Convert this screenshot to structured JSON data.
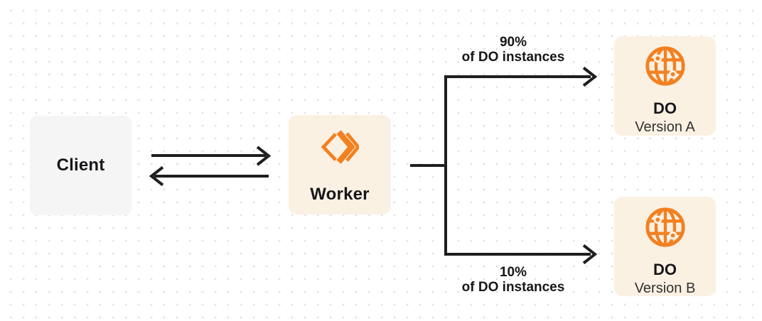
{
  "colors": {
    "accent": "#F38020",
    "cream": "#FBF1E3",
    "gray": "#F5F5F6",
    "line": "#1E1E1E",
    "text": "#17171A",
    "subtext": "#303032",
    "dot": "#E4E4E6"
  },
  "nodes": {
    "client": {
      "label": "Client"
    },
    "worker": {
      "label": "Worker",
      "icon": "cloudflare-workers-icon"
    },
    "do_version_a": {
      "title": "DO",
      "subtitle": "Version A",
      "icon": "globe-icon"
    },
    "do_version_b": {
      "title": "DO",
      "subtitle": "Version B",
      "icon": "globe-icon"
    }
  },
  "edges": {
    "client_worker": {
      "type": "bidirectional-arrows"
    },
    "to_version_a": {
      "percent": "90%",
      "caption": "of DO instances"
    },
    "to_version_b": {
      "percent": "10%",
      "caption": "of DO instances"
    }
  }
}
